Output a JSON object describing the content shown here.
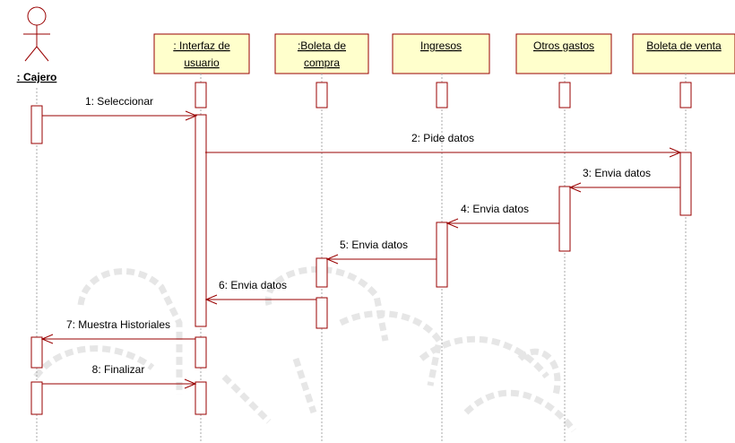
{
  "diagram": {
    "type": "uml-sequence",
    "colors": {
      "box_fill": "#ffffcc",
      "box_border": "#990000",
      "line": "#990000",
      "lifeline": "#aaaaaa",
      "text": "#000000",
      "watermark": "#e6e6e6"
    },
    "actor": {
      "label": ": Cajero"
    },
    "objects": [
      {
        "id": "interfaz",
        "lines": [
          ": Interfaz de",
          "usuario"
        ]
      },
      {
        "id": "boleta-compra",
        "lines": [
          ":Boleta de",
          "compra"
        ]
      },
      {
        "id": "ingresos",
        "lines": [
          "Ingresos"
        ]
      },
      {
        "id": "otros-gastos",
        "lines": [
          "Otros gastos"
        ]
      },
      {
        "id": "boleta-venta",
        "lines": [
          "Boleta de venta"
        ]
      }
    ],
    "messages": [
      {
        "number": 1,
        "label": "1: Seleccionar",
        "from": "cajero",
        "to": "interfaz"
      },
      {
        "number": 2,
        "label": "2: Pide datos",
        "from": "interfaz",
        "to": "boleta-venta"
      },
      {
        "number": 3,
        "label": "3: Envia datos",
        "from": "boleta-venta",
        "to": "otros-gastos"
      },
      {
        "number": 4,
        "label": "4: Envia datos",
        "from": "otros-gastos",
        "to": "ingresos"
      },
      {
        "number": 5,
        "label": "5: Envia datos",
        "from": "ingresos",
        "to": "boleta-compra"
      },
      {
        "number": 6,
        "label": "6: Envia datos",
        "from": "boleta-compra",
        "to": "interfaz"
      },
      {
        "number": 7,
        "label": "7: Muestra Historiales",
        "from": "interfaz",
        "to": "cajero"
      },
      {
        "number": 8,
        "label": "8: Finalizar",
        "from": "cajero",
        "to": "interfaz"
      }
    ]
  }
}
